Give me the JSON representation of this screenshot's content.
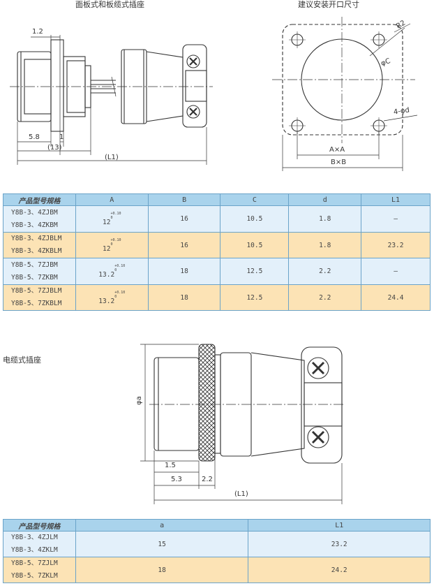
{
  "titles": {
    "panel": "面板式和板缆式插座",
    "cutout": "建议安装开口尺寸",
    "cable": "电缆式插座"
  },
  "drawing1": {
    "dim_12": "1.2",
    "dim_58": "5.8",
    "dim_1": "1",
    "dim_13": "(13)",
    "dim_L1": "(L1)"
  },
  "drawing2": {
    "r2": "R2",
    "phiC": "φC",
    "holes": "4-φd",
    "axa": "A×A",
    "bxb": "B×B"
  },
  "drawing3": {
    "phia": "φa",
    "dim_15": "1.5",
    "dim_53": "5.3",
    "dim_22": "2.2",
    "dim_L1": "(L1)"
  },
  "table1": {
    "headers": [
      "产品型号规格",
      "A",
      "B",
      "C",
      "d",
      "L1"
    ],
    "rows": [
      {
        "models": [
          "Y8B-3、4ZJBM",
          "Y8B-3、4ZKBM"
        ],
        "A": "12",
        "tol_upper": "+0.10",
        "tol_lower": "0",
        "B": "16",
        "C": "10.5",
        "d": "1.8",
        "L1": "—"
      },
      {
        "models": [
          "Y8B-3、4ZJBLM",
          "Y8B-3、4ZKBLM"
        ],
        "A": "12",
        "tol_upper": "+0.10",
        "tol_lower": "0",
        "B": "16",
        "C": "10.5",
        "d": "1.8",
        "L1": "23.2"
      },
      {
        "models": [
          "Y8B-5、7ZJBM",
          "Y8B-5、7ZKBM"
        ],
        "A": "13.2",
        "tol_upper": "+0.10",
        "tol_lower": "0",
        "B": "18",
        "C": "12.5",
        "d": "2.2",
        "L1": "—"
      },
      {
        "models": [
          "Y8B-5、7ZJBLM",
          "Y8B-5、7ZKBLM"
        ],
        "A": "13.2",
        "tol_upper": "+0.10",
        "tol_lower": "0",
        "B": "18",
        "C": "12.5",
        "d": "2.2",
        "L1": "24.4"
      }
    ]
  },
  "table2": {
    "headers": [
      "产品型号规格",
      "a",
      "L1"
    ],
    "rows": [
      {
        "models": [
          "Y8B-3、4ZJLM",
          "Y8B-3、4ZKLM"
        ],
        "a": "15",
        "L1": "23.2"
      },
      {
        "models": [
          "Y8B-5、7ZJLM",
          "Y8B-5、7ZKLM"
        ],
        "a": "18",
        "L1": "24.2"
      }
    ]
  }
}
